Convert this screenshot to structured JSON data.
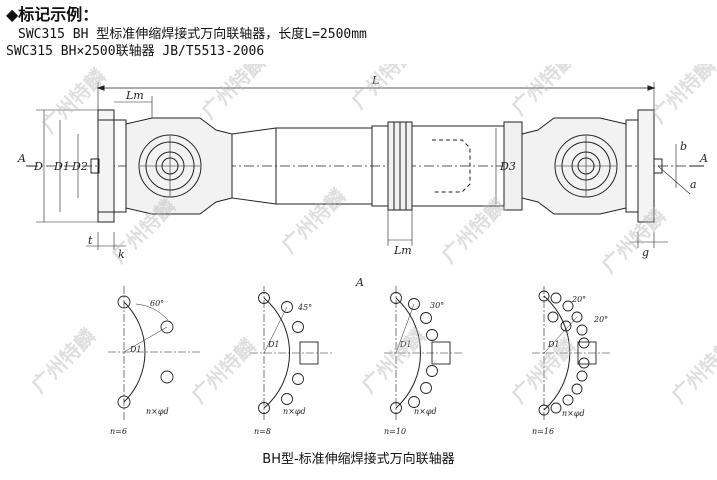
{
  "header": {
    "title": "◆标记示例：",
    "example_line": "SWC315 BH 型标准伸缩焊接式万向联轴器，长度L=2500mm",
    "designation_line": "SWC315 BH×2500联轴器 JB/T5513-2006"
  },
  "drawing": {
    "dims": {
      "L": "L",
      "Lm_top": "Lm",
      "Lm_bottom": "Lm",
      "D": "D",
      "D1_left": "D1",
      "D2_left": "D2",
      "D3": "D3",
      "b": "b",
      "A_left": "A",
      "A_right": "A",
      "t": "t",
      "k": "k",
      "g": "g",
      "A_section": "A",
      "angle_right": "a"
    },
    "bolt_patterns": [
      {
        "n_label": "n=6",
        "angle": "60°",
        "diameter": "D1",
        "holes": "n×φd"
      },
      {
        "n_label": "n=8",
        "angle": "45°",
        "diameter": "D1",
        "holes": "n×φd"
      },
      {
        "n_label": "n=10",
        "angle": "30°",
        "diameter": "D1",
        "holes": "n×φd"
      },
      {
        "n_label": "n=16",
        "angle_a": "20°",
        "angle_b": "20°",
        "diameter": "D1",
        "holes": "n×φd"
      }
    ]
  },
  "watermark": {
    "text": "广州特麟"
  },
  "caption": "BH型-标准伸缩焊接式万向联轴器"
}
